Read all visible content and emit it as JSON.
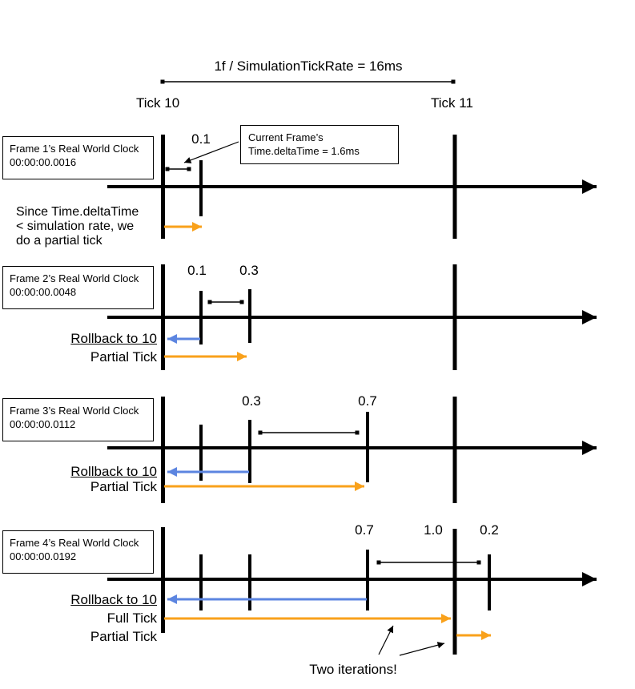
{
  "header": {
    "formula": "1f / SimulationTickRate = 16ms",
    "tick10": "Tick 10",
    "tick11": "Tick 11"
  },
  "callout": {
    "line1": "Current Frame’s",
    "line2": "Time.deltaTime = 1.6ms"
  },
  "rows": [
    {
      "clock": {
        "title": "Frame 1’s Real World Clock",
        "time": "00:00:00.0016"
      },
      "labels": {
        "a": "0.1"
      },
      "note": {
        "line1": "Since Time.deltaTime",
        "line2": "< simulation rate, we",
        "line3": "do a partial tick"
      }
    },
    {
      "clock": {
        "title": "Frame 2’s Real World Clock",
        "time": "00:00:00.0048"
      },
      "labels": {
        "a": "0.1",
        "b": "0.3"
      },
      "actions": {
        "rollback": "Rollback to 10",
        "partial": "Partial Tick"
      }
    },
    {
      "clock": {
        "title": "Frame 3’s Real World Clock",
        "time": "00:00:00.0112"
      },
      "labels": {
        "a": "0.3",
        "b": "0.7"
      },
      "actions": {
        "rollback": "Rollback to 10",
        "partial": "Partial Tick"
      }
    },
    {
      "clock": {
        "title": "Frame 4’s Real World Clock",
        "time": "00:00:00.0192"
      },
      "labels": {
        "a": "0.7",
        "b": "1.0",
        "c": "0.2"
      },
      "actions": {
        "rollback": "Rollback to 10",
        "full": "Full Tick",
        "partial": "Partial Tick"
      }
    }
  ],
  "footer": {
    "note": "Two iterations!"
  },
  "colors": {
    "orange": "#F9A11B",
    "blue": "#5C85E0",
    "black": "#000000"
  }
}
